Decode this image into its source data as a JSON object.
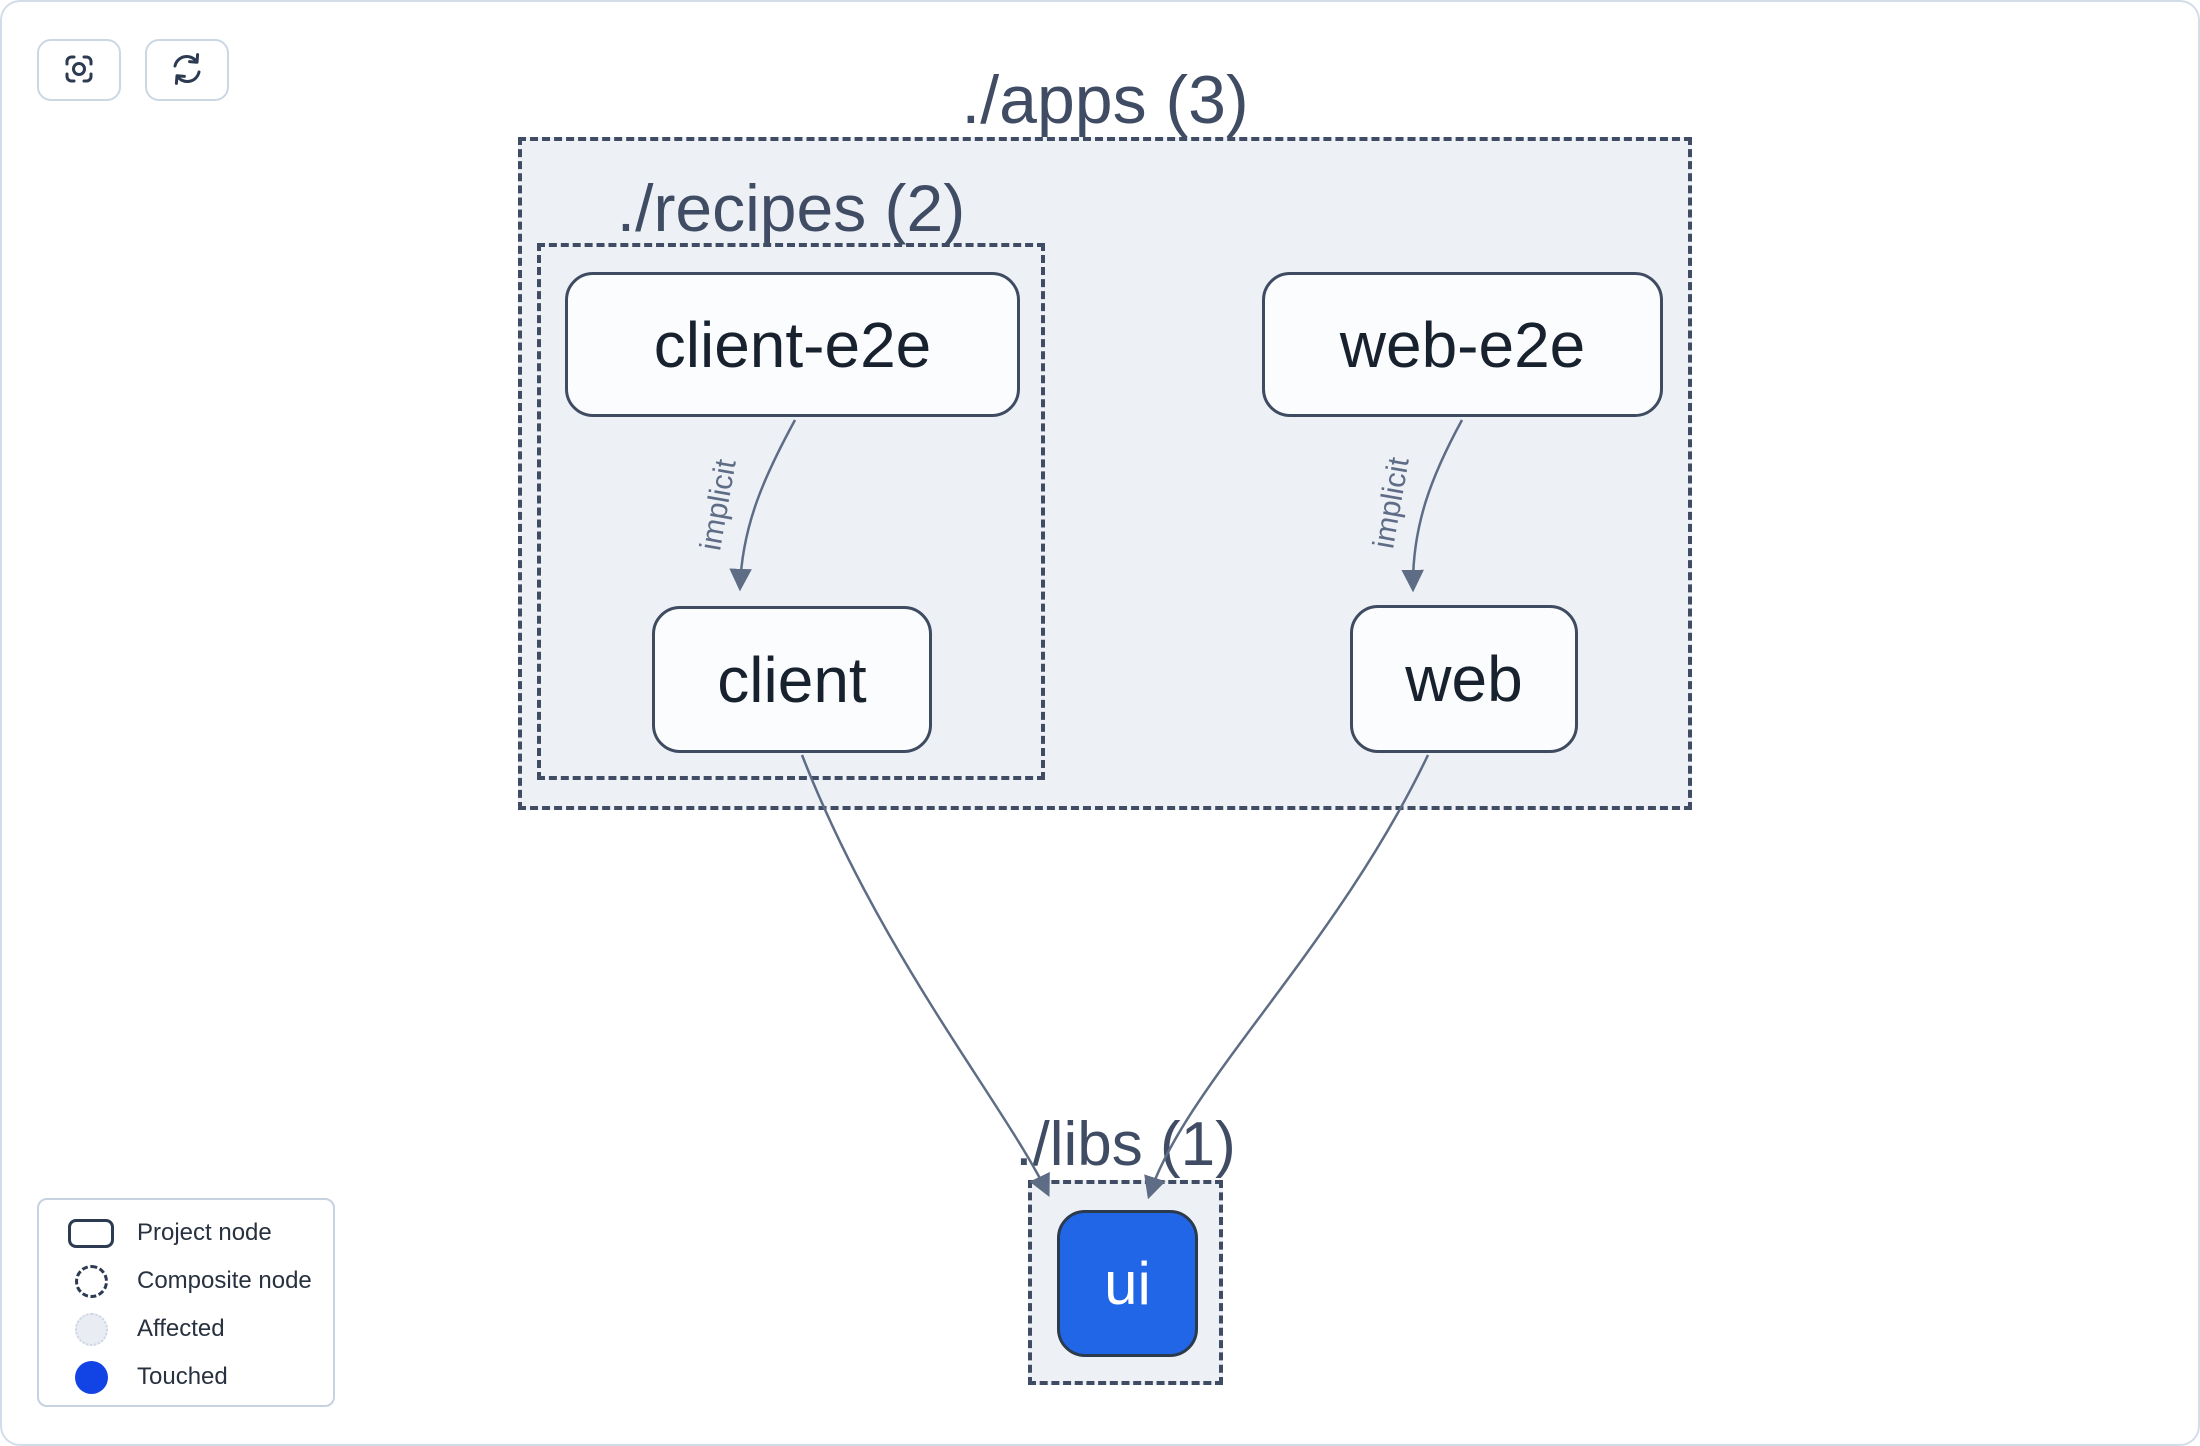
{
  "toolbar": {
    "buttons": [
      {
        "icon": "focus-icon"
      },
      {
        "icon": "refresh-icon"
      }
    ]
  },
  "graph": {
    "groups": {
      "apps": {
        "label": "./apps (3)"
      },
      "recipes": {
        "label": "./recipes (2)"
      },
      "libs": {
        "label": "./libs (1)"
      }
    },
    "nodes": {
      "client_e2e": {
        "label": "client-e2e",
        "type": "project"
      },
      "web_e2e": {
        "label": "web-e2e",
        "type": "project"
      },
      "client": {
        "label": "client",
        "type": "project"
      },
      "web": {
        "label": "web",
        "type": "project"
      },
      "ui": {
        "label": "ui",
        "type": "project",
        "state": "touched"
      }
    },
    "edges": [
      {
        "from": "client-e2e",
        "to": "client",
        "label": "implicit"
      },
      {
        "from": "web-e2e",
        "to": "web",
        "label": "implicit"
      },
      {
        "from": "client",
        "to": "ui",
        "label": ""
      },
      {
        "from": "web",
        "to": "ui",
        "label": ""
      }
    ]
  },
  "legend": {
    "items": [
      {
        "label": "Project node",
        "swatch": "project-node-rect"
      },
      {
        "label": "Composite node",
        "swatch": "composite-node-dashed-circle"
      },
      {
        "label": "Affected",
        "swatch": "affected-circle"
      },
      {
        "label": "Touched",
        "swatch": "touched-circle"
      }
    ]
  },
  "colors": {
    "touched_node_fill": "#2166e7",
    "touched_legend_fill": "#1243e4",
    "affected_fill": "#e9edf3",
    "container_fill": "#edf1f6",
    "dashed_border": "#3f4c63",
    "edge_stroke": "#5e6c86",
    "node_fill": "#fbfcfe",
    "node_text": "#18222f",
    "toolbar_icon": "#2c3a52"
  }
}
